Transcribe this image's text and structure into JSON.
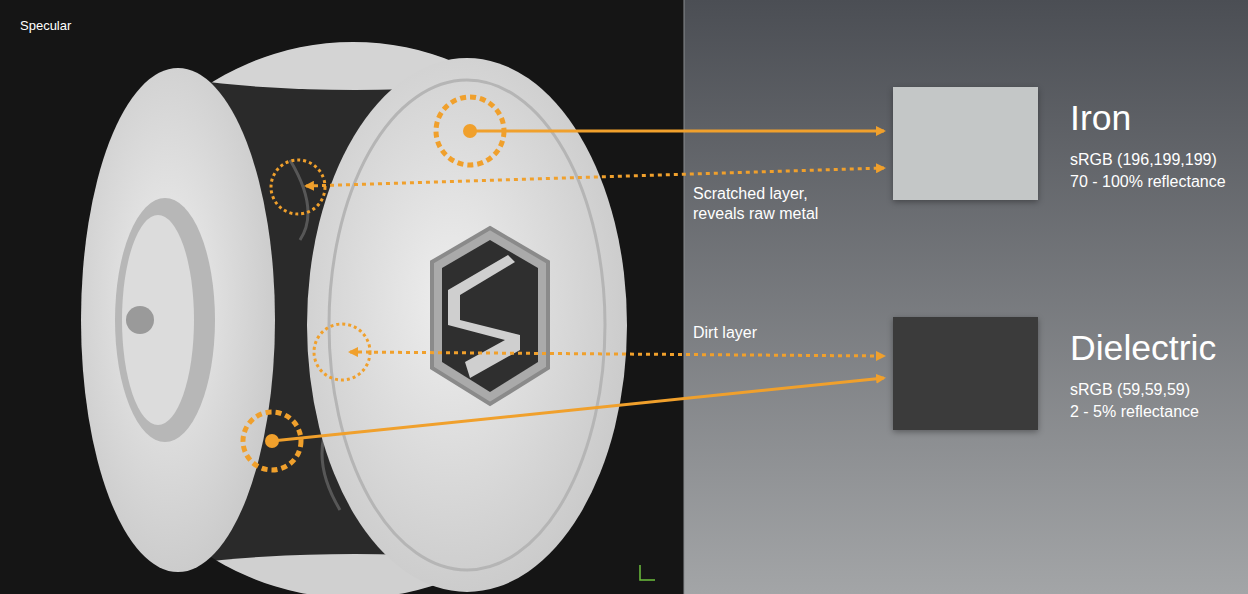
{
  "diagram": {
    "nodes": [
      {
        "text": [
          "Iron",
          "sRGB (196,199,199)",
          "70 - 100% reflectance"
        ]
      },
      {
        "text": [
          "Dielectric",
          "sRGB (59,59,59)",
          "2 - 5% reflectance"
        ]
      }
    ],
    "labels": [
      "Specular",
      "Scratched layer, reveals raw metal",
      "Dirt layer"
    ]
  }
}
